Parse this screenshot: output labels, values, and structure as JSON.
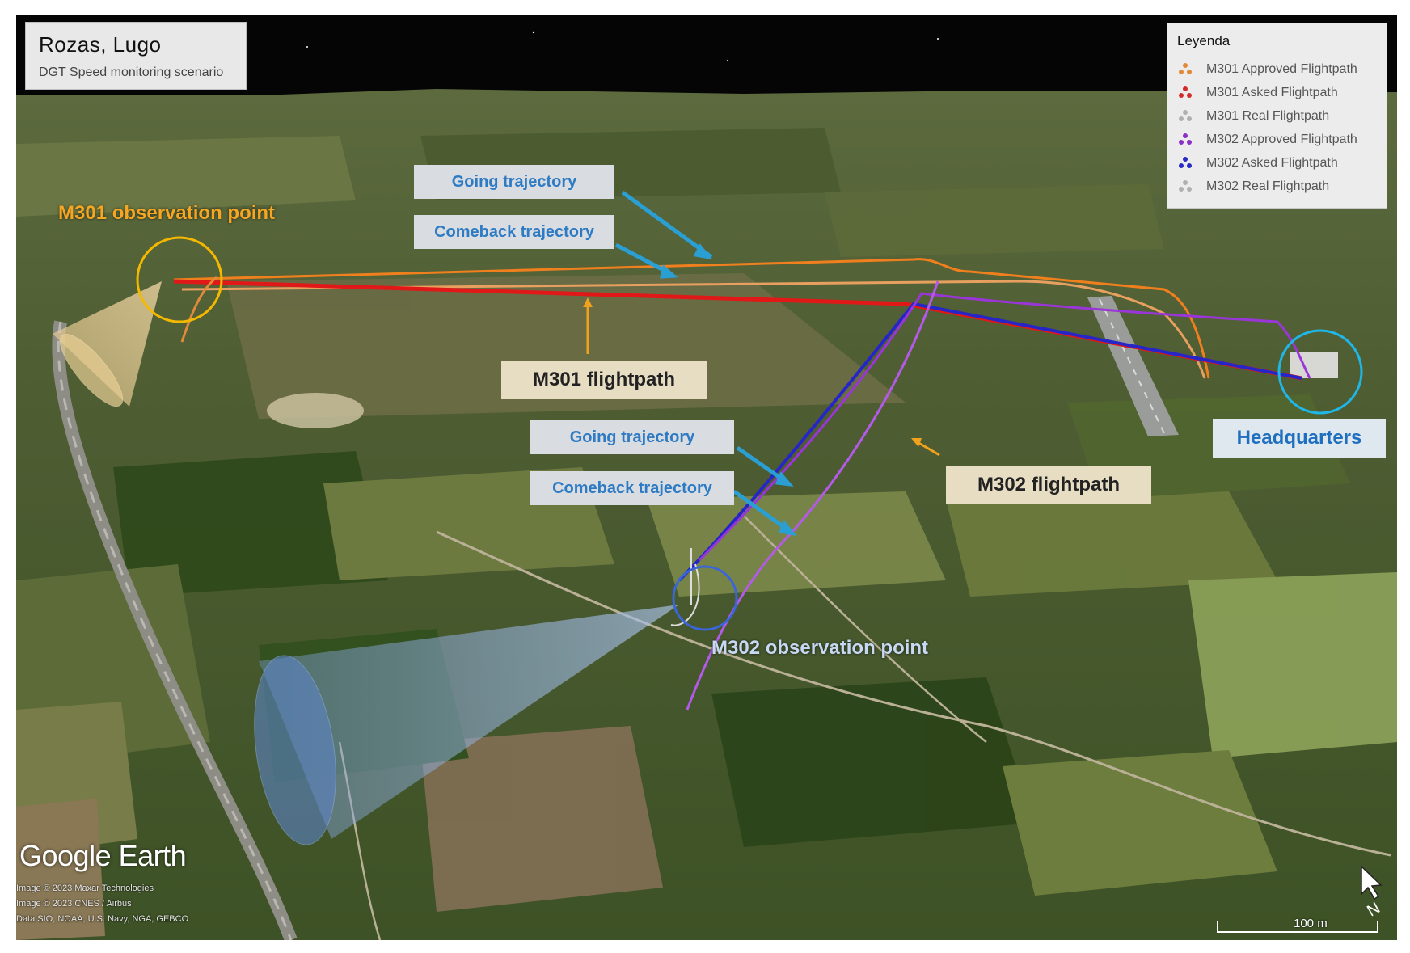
{
  "title": "Rozas, Lugo",
  "subtitle": "DGT Speed monitoring scenario",
  "legend": {
    "title": "Leyenda",
    "items": [
      {
        "label": "M301 Approved Flightpath",
        "color": "#e08a3a",
        "icon": "path-marker-icon"
      },
      {
        "label": "M301 Asked Flightpath",
        "color": "#d42a2a",
        "icon": "path-marker-icon"
      },
      {
        "label": "M301 Real Flightpath",
        "color": "#a9a9a9",
        "icon": "path-marker-icon"
      },
      {
        "label": "M302 Approved Flightpath",
        "color": "#8a2fc8",
        "icon": "path-marker-icon"
      },
      {
        "label": "M302 Asked Flightpath",
        "color": "#2a2ac8",
        "icon": "path-marker-icon"
      },
      {
        "label": "M302 Real Flightpath",
        "color": "#a9a9a9",
        "icon": "path-marker-icon"
      }
    ]
  },
  "annotations": {
    "m301_going": "Going trajectory",
    "m301_comeback": "Comeback trajectory",
    "m301_obs": "M301 observation point",
    "m301_flightpath": "M301 flightpath",
    "m302_going": "Going trajectory",
    "m302_comeback": "Comeback trajectory",
    "m302_flightpath": "M302 flightpath",
    "m302_obs": "M302 observation point",
    "headquarters": "Headquarters"
  },
  "watermark": "Google Earth",
  "credits": [
    "Image © 2023 Maxar Technologies",
    "Image © 2023 CNES / Airbus",
    "Data SIO, NOAA, U.S. Navy, NGA, GEBCO"
  ],
  "scale_label": "100 m",
  "compass_label": "N",
  "colors": {
    "orange_path": "#f07f1e",
    "red_path": "#e01818",
    "purple_path": "#9a36d8",
    "blue_path": "#2626c8",
    "callout_blue": "#2a9fd4",
    "callout_orange": "#f0a21e",
    "circle_yellow": "#f5b800",
    "circle_cyan": "#1fb6e8",
    "circle_blue": "#3a66d8"
  }
}
